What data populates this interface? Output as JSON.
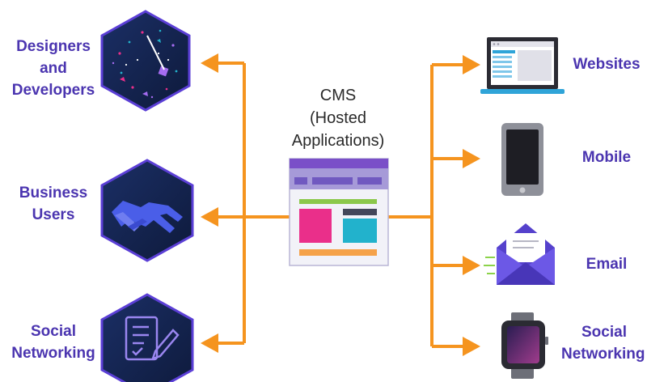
{
  "center": {
    "lines": [
      "CMS",
      "(Hosted",
      "Applications)"
    ]
  },
  "left_nodes": [
    {
      "lines": [
        "Designers",
        "and",
        "Developers"
      ],
      "icon": "galaxy-clock-icon"
    },
    {
      "lines": [
        "Business",
        "Users"
      ],
      "icon": "handshake-icon"
    },
    {
      "lines": [
        "Social",
        "Networking"
      ],
      "icon": "document-pen-icon"
    }
  ],
  "right_nodes": [
    {
      "lines": [
        "Websites"
      ],
      "icon": "laptop-icon"
    },
    {
      "lines": [
        "Mobile"
      ],
      "icon": "smartphone-icon"
    },
    {
      "lines": [
        "Email"
      ],
      "icon": "envelope-icon"
    },
    {
      "lines": [
        "Social",
        "Networking"
      ],
      "icon": "smartwatch-icon"
    }
  ],
  "colors": {
    "label": "#4b35b0",
    "arrow": "#f5941f",
    "hexagon": "#14254f",
    "hexagon_border": "#5b3fd6",
    "cms_header": "#7a4fc8"
  }
}
